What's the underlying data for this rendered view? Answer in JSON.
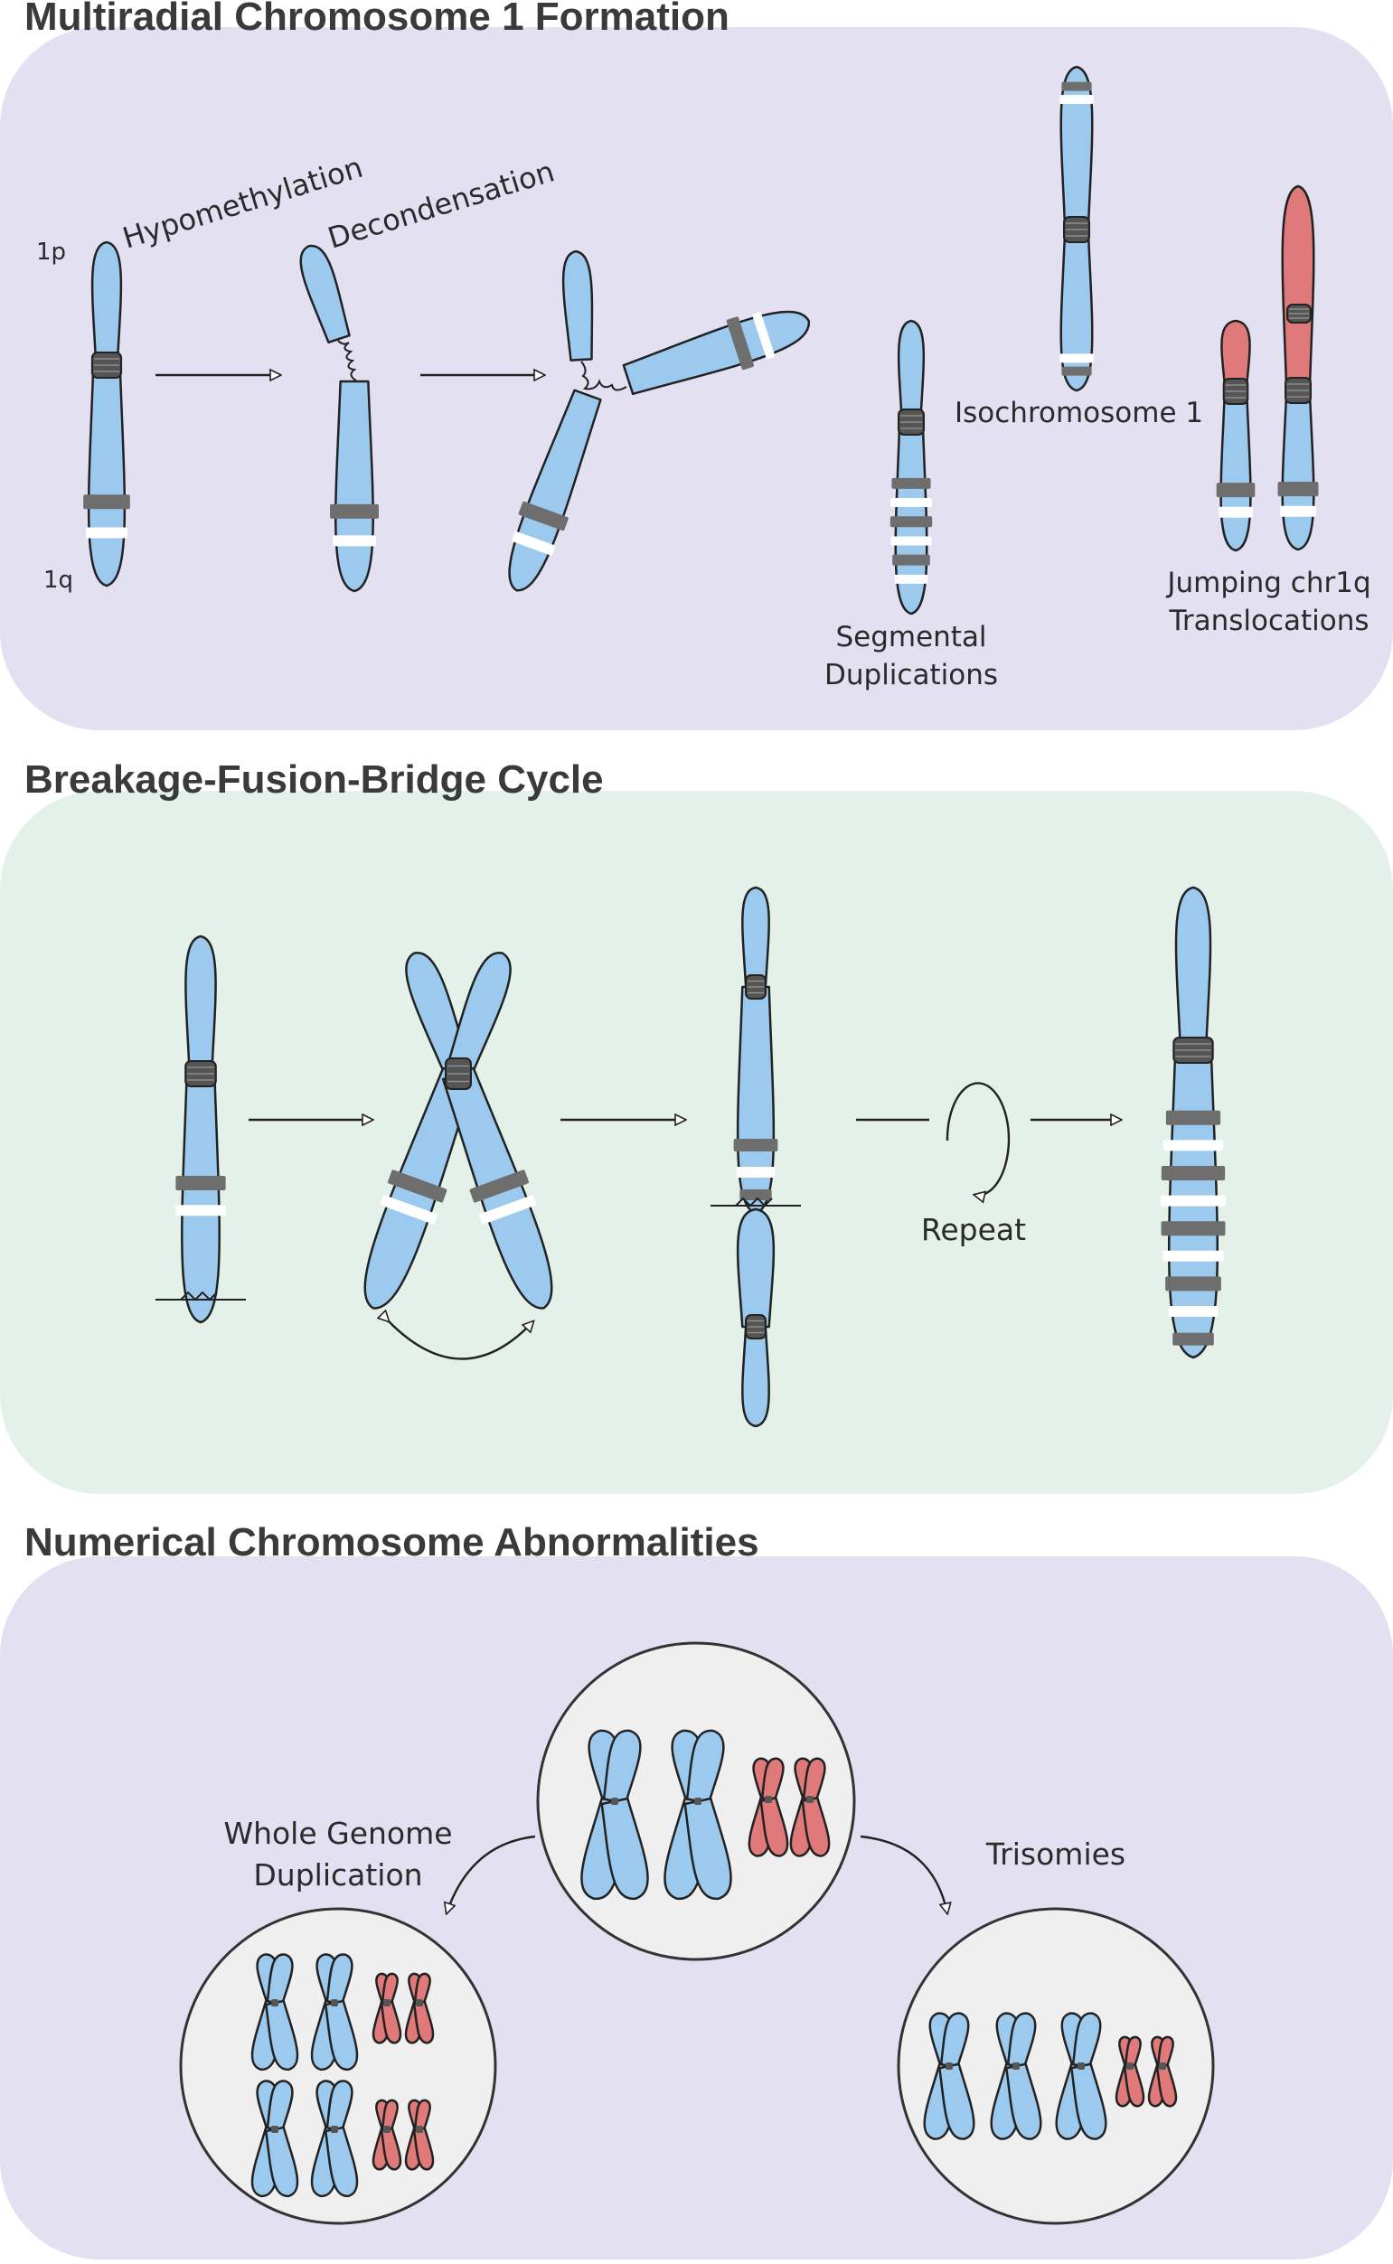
{
  "colors": {
    "panel_purple": "#e3e1f1",
    "panel_green": "#e3f1e9",
    "chromosome_blue": "#9ccaee",
    "chromosome_red": "#e07a7a",
    "band_gray": "#6e6e6e",
    "outline": "#222222",
    "circle_fill": "#efefef"
  },
  "section1": {
    "title": "Multiradial Chromosome 1 Formation",
    "arm_p": "1p",
    "arm_q": "1q",
    "step1": "Hypomethylation",
    "step2": "Decondensation",
    "isochromosome": "Isochromosome 1",
    "segmental_line1": "Segmental",
    "segmental_line2": "Duplications",
    "jumping_line1": "Jumping chr1q",
    "jumping_line2": "Translocations"
  },
  "section2": {
    "title": "Breakage-Fusion-Bridge Cycle",
    "repeat": "Repeat"
  },
  "section3": {
    "title": "Numerical Chromosome Abnormalities",
    "wgd_line1": "Whole Genome",
    "wgd_line2": "Duplication",
    "trisomies": "Trisomies"
  }
}
